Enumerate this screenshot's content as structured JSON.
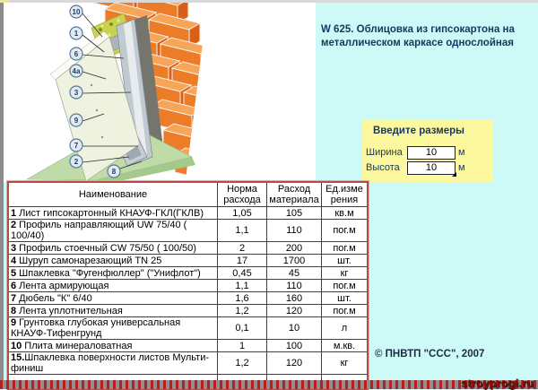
{
  "window": {
    "watermark": "stroyprogi.ru"
  },
  "header": {
    "title": "W 625. Облицовка из гипсокартона на металлическом каркасе однослойная"
  },
  "dimensions_panel": {
    "heading": "Введите размеры",
    "fields": [
      {
        "label": "Ширина",
        "value": "10",
        "unit": "м"
      },
      {
        "label": "Высота",
        "value": "10",
        "unit": "м"
      }
    ]
  },
  "diagram": {
    "callouts": [
      "10",
      "1",
      "6",
      "4a",
      "3",
      "9",
      "7",
      "2",
      "8"
    ]
  },
  "table": {
    "headers": [
      "Наименование",
      "Норма расхода",
      "Расход материала",
      "Ед.измерения"
    ],
    "rows": [
      {
        "num": "1",
        "name": "Лист гипсокартонный КНАУФ-ГКЛ(ГКЛВ)",
        "norm": "1,05",
        "qty": "105",
        "unit": "кв.м"
      },
      {
        "num": "2",
        "name": "Профиль направляющий UW 75/40 ( 100/40)",
        "norm": "1,1",
        "qty": "110",
        "unit": "пог.м"
      },
      {
        "num": "3",
        "name": "Профиль стоечный CW 75/50 ( 100/50)",
        "norm": "2",
        "qty": "200",
        "unit": "пог.м"
      },
      {
        "num": "4",
        "name": "Шуруп самонарезающий TN 25",
        "norm": "17",
        "qty": "1700",
        "unit": "шт."
      },
      {
        "num": "5",
        "name": "Шпаклевка \"Фугенфюллер\" (\"Унифлот\")",
        "norm": "0,45",
        "qty": "45",
        "unit": "кг"
      },
      {
        "num": "6",
        "name": "Лента армирующая",
        "norm": "1,1",
        "qty": "110",
        "unit": "пог.м"
      },
      {
        "num": "7",
        "name": "Дюбель \"К\" 6/40",
        "norm": "1,6",
        "qty": "160",
        "unit": "шт."
      },
      {
        "num": "8",
        "name": "Лента уплотнительная",
        "norm": "1,2",
        "qty": "120",
        "unit": "пог.м"
      },
      {
        "num": "9",
        "name": "Грунтовка глубокая универсальная КНАУФ-Тифенгрунд",
        "norm": "0,1",
        "qty": "10",
        "unit": "л"
      },
      {
        "num": "10",
        "name": "Плита минераловатная",
        "norm": "1",
        "qty": "100",
        "unit": "м.кв."
      },
      {
        "num": "15.",
        "name": "Шпаклевка поверхности листов Мульти-финиш",
        "norm": "1,2",
        "qty": "120",
        "unit": "кг"
      }
    ]
  },
  "footer": {
    "copyright": "© ПНВТП \"ССС\", 2007"
  },
  "colors": {
    "background": "#CDF9F6",
    "panel_yellow": "#FBF8A0",
    "table_border": "#B94A48",
    "accent_text": "#17375E",
    "brick_front": "#EC7C28",
    "brick_top": "#F9A558",
    "brick_side": "#D95F16",
    "insulation": "#C9D250",
    "floor_green": "#BFDCA8"
  }
}
